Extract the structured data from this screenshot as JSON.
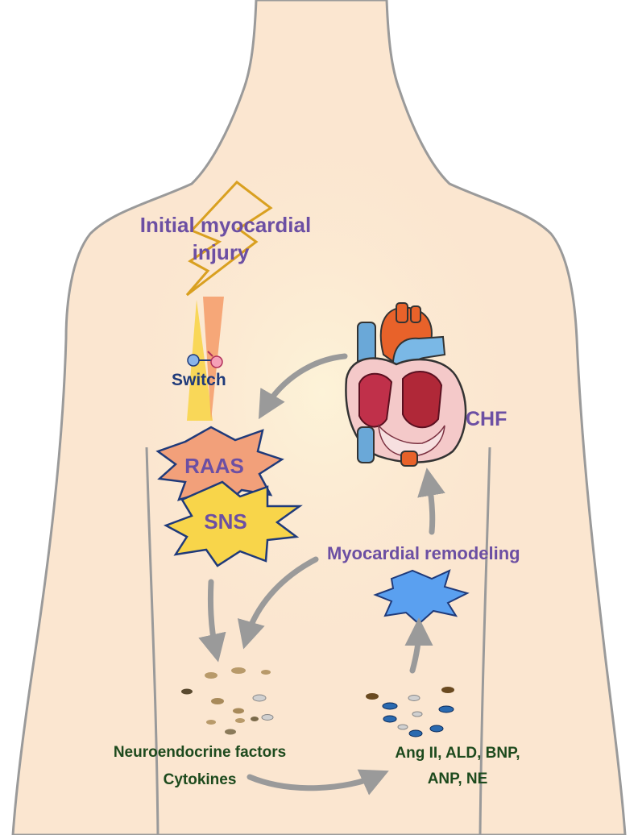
{
  "labels": {
    "initial_injury_line1": "Initial myocardial",
    "initial_injury_line2": "injury",
    "switch": "Switch",
    "raas": "RAAS",
    "sns": "SNS",
    "chf": "CHF",
    "remodeling": "Myocardial remodeling",
    "neuroendocrine": "Neuroendocrine factors",
    "cytokines": "Cytokines",
    "mediators_line1": "Ang II, ALD, BNP,",
    "mediators_line2": "ANP, NE"
  },
  "colors": {
    "body_fill": "#fbe6d0",
    "body_outline": "#9a9a9a",
    "label_purple": "#6c4fa3",
    "switch_navy": "#1f3a7a",
    "factor_green": "#1d4a1d",
    "raas_fill": "#f2a07a",
    "sns_fill": "#f8d54a",
    "remodeling_burst_fill": "#5aa0f0",
    "arrow_gray": "#9a9a9a",
    "lightning_outline": "#d9a020"
  },
  "icons": [
    "human-torso",
    "lightning-bolt",
    "heart-anatomy",
    "switch-icon",
    "starburst"
  ]
}
